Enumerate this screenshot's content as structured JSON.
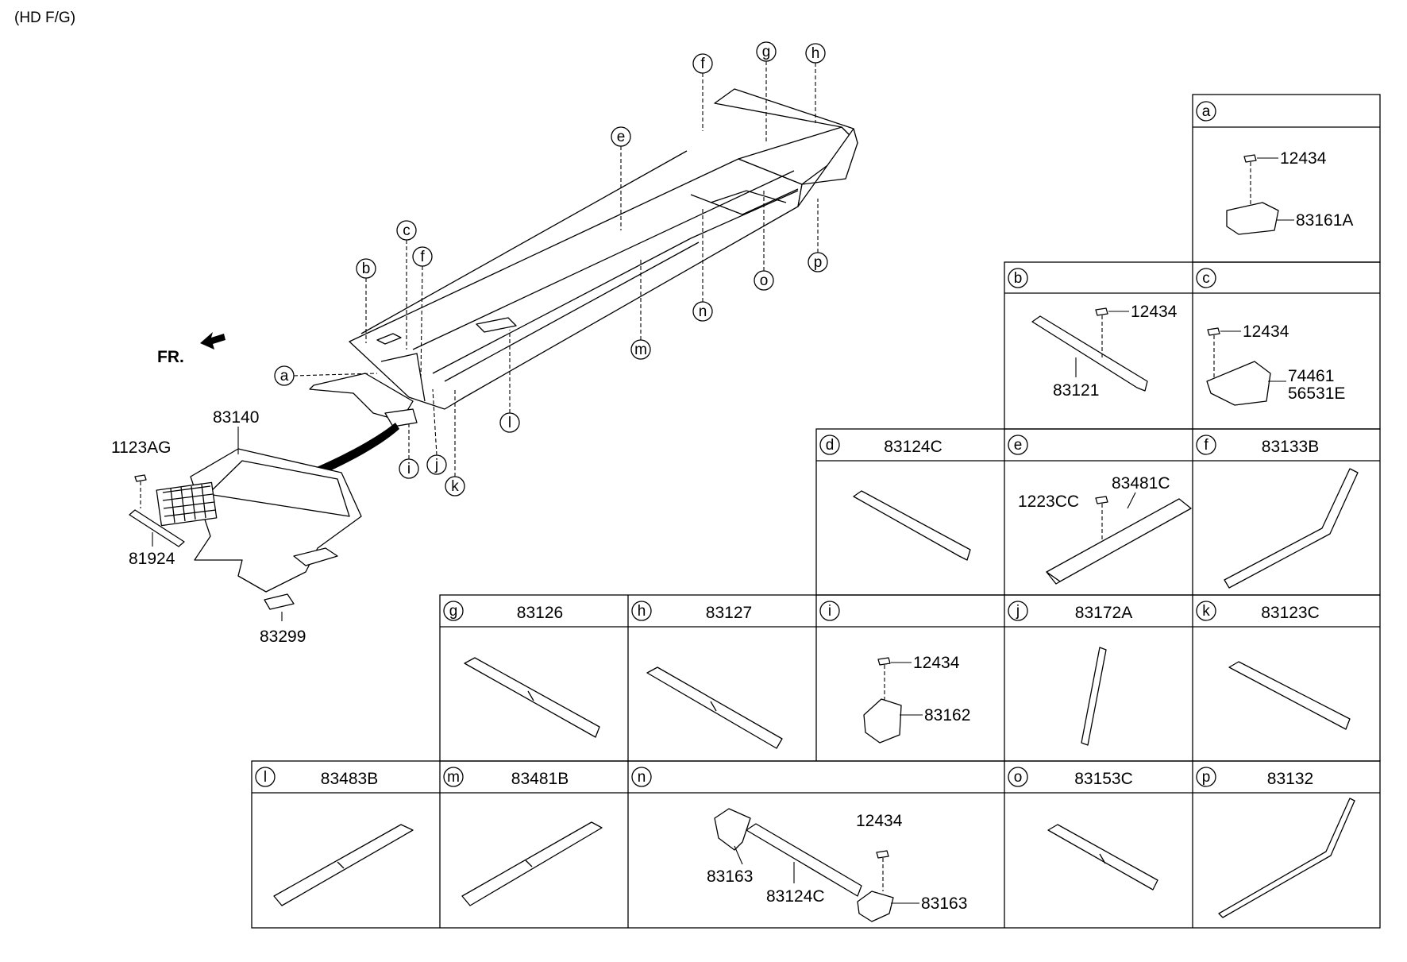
{
  "header": {
    "code": "(HD F/G)"
  },
  "main_diagram": {
    "front_label": "FR.",
    "callouts": [
      "a",
      "b",
      "c",
      "f",
      "e",
      "f",
      "g",
      "h",
      "p",
      "o",
      "n",
      "m",
      "l",
      "k",
      "j",
      "i"
    ],
    "part_numbers": {
      "carpet": "83140",
      "clip": "1123AG",
      "strip": "81924",
      "pad": "83299"
    }
  },
  "panels": [
    {
      "letter": "a",
      "header_part": "",
      "parts": [
        "12434",
        "83161A"
      ]
    },
    {
      "letter": "b",
      "header_part": "",
      "parts": [
        "12434",
        "83121"
      ]
    },
    {
      "letter": "c",
      "header_part": "",
      "parts": [
        "12434",
        "74461",
        "56531E"
      ]
    },
    {
      "letter": "d",
      "header_part": "83124C",
      "parts": []
    },
    {
      "letter": "e",
      "header_part": "",
      "parts": [
        "83481C",
        "1223CC"
      ]
    },
    {
      "letter": "f",
      "header_part": "83133B",
      "parts": []
    },
    {
      "letter": "g",
      "header_part": "83126",
      "parts": []
    },
    {
      "letter": "h",
      "header_part": "83127",
      "parts": []
    },
    {
      "letter": "i",
      "header_part": "",
      "parts": [
        "12434",
        "83162"
      ]
    },
    {
      "letter": "j",
      "header_part": "83172A",
      "parts": []
    },
    {
      "letter": "k",
      "header_part": "83123C",
      "parts": []
    },
    {
      "letter": "l",
      "header_part": "83483B",
      "parts": []
    },
    {
      "letter": "m",
      "header_part": "83481B",
      "parts": []
    },
    {
      "letter": "n",
      "header_part": "",
      "parts": [
        "83163",
        "83124C",
        "12434",
        "83163"
      ]
    },
    {
      "letter": "o",
      "header_part": "83153C",
      "parts": []
    },
    {
      "letter": "p",
      "header_part": "83132",
      "parts": []
    }
  ]
}
